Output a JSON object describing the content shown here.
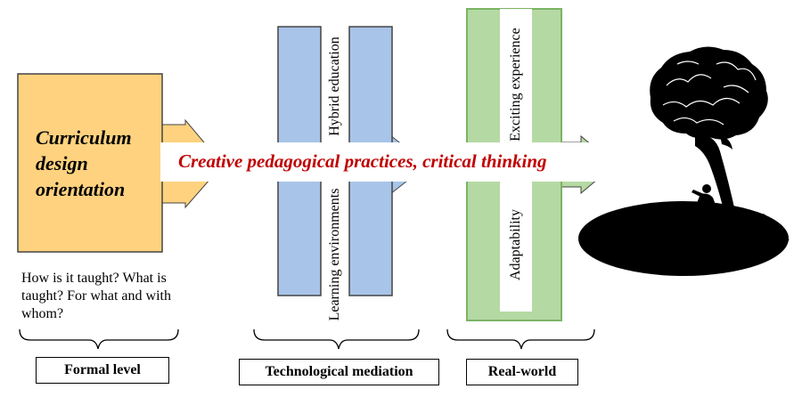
{
  "curriculum": {
    "title_lines": [
      "Curriculum",
      "design",
      "orientation"
    ],
    "questions": "How is it taught? What is taught? For what and with whom?",
    "level_label": "Formal level"
  },
  "technological": {
    "top_text": "Hybrid education",
    "bottom_text": "Learning environments",
    "level_label": "Technological mediation"
  },
  "realworld": {
    "top_text": "Exciting experience",
    "bottom_text": "Adaptability",
    "level_label": "Real-world"
  },
  "banner": {
    "text": "Creative pedagogical practices, critical thinking"
  },
  "colors": {
    "curriculum_fill": "#FFD27F",
    "blue_fill": "#A8C4E8",
    "green_fill": "#B5D9A3",
    "green_border": "#7BB463",
    "banner_text": "#C00000",
    "silhouette": "#000000"
  },
  "icons": {
    "illustration": "brain-tree-reader-silhouette"
  }
}
